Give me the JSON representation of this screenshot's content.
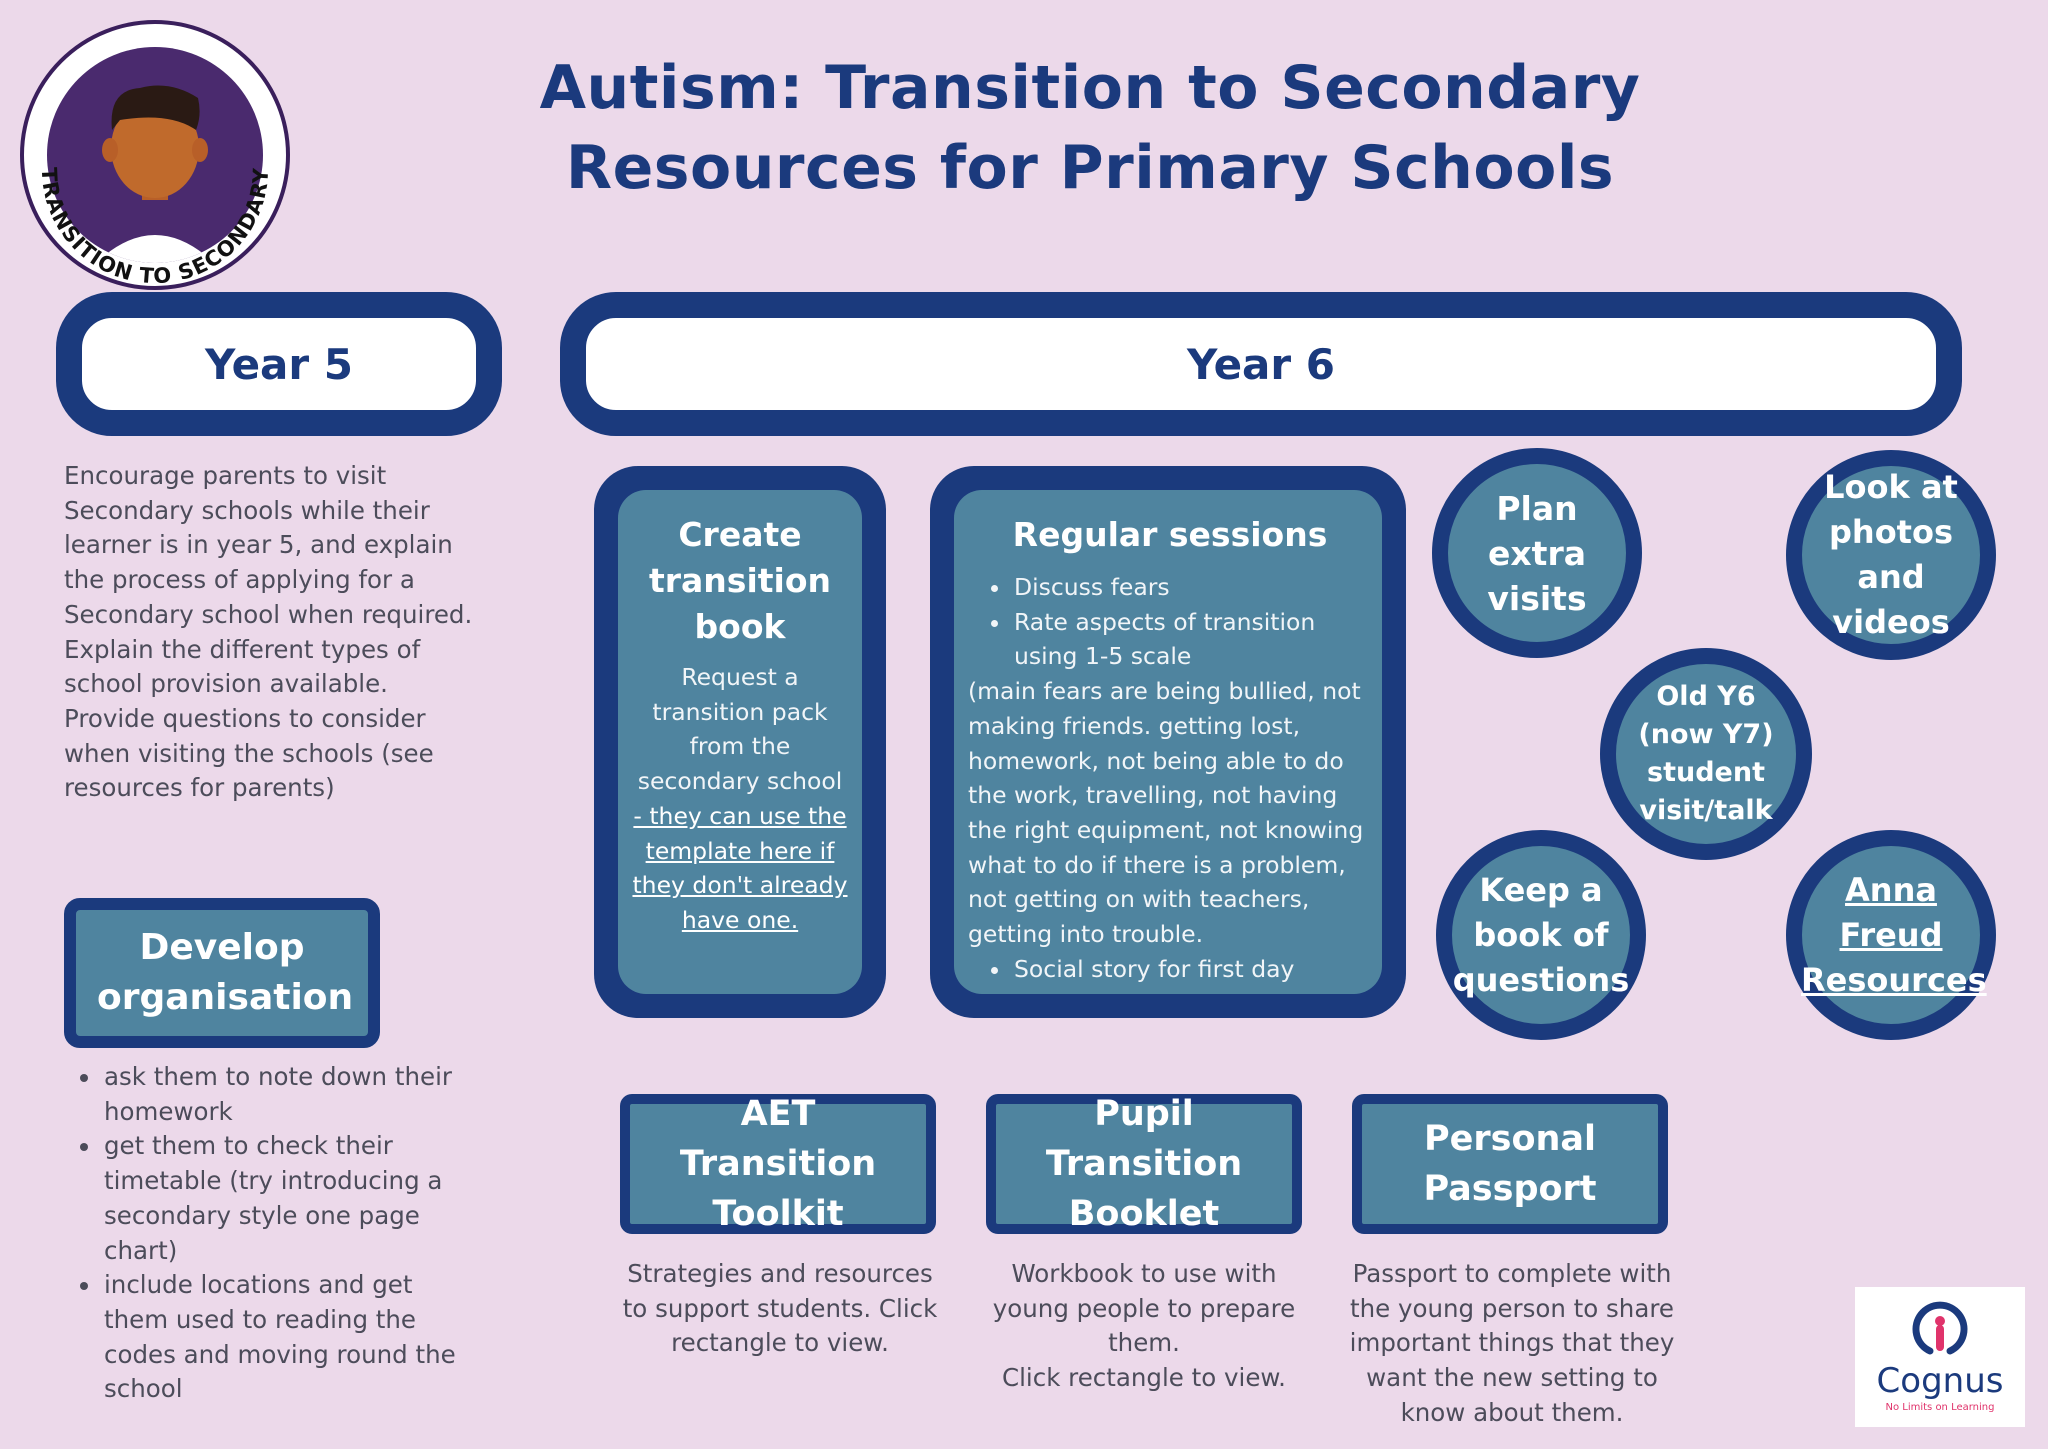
{
  "title": {
    "line1": "Autism: Transition to Secondary",
    "line2": "Resources for Primary Schools"
  },
  "badge": {
    "text": "TRANSITION TO SECONDARY",
    "icon": "student-avatar-icon"
  },
  "year5": {
    "heading": "Year 5",
    "intro": "Encourage parents to visit Secondary schools while their learner is in year 5, and explain the process of applying for a Secondary school when required. Explain the different types of school provision available. Provide questions to consider when visiting the schools (see resources for parents)",
    "organisation": {
      "title": "Develop organisation",
      "bullets": [
        "ask them to note down their homework",
        "get them to check their timetable (try introducing a secondary style one page chart)",
        "include locations and get them used to reading the codes and moving round the school"
      ]
    }
  },
  "year6": {
    "heading": "Year 6",
    "transition_book": {
      "title": "Create transition book",
      "text": "Request a transition pack from the secondary school",
      "link": "- they can use the template here if they don't already have one."
    },
    "regular_sessions": {
      "title": "Regular sessions",
      "bullets_top": [
        "Discuss fears",
        "Rate aspects of transition using 1-5 scale"
      ],
      "note": "(main fears are being bullied, not making friends. getting lost, homework, not being able to do the work, travelling, not having the right equipment, not knowing what to do if there is a problem, not getting on with teachers, getting into trouble.",
      "bullets_bottom": [
        "Social story for first day"
      ]
    },
    "circles": {
      "plan_visits": "Plan extra visits",
      "photos_videos": "Look at photos and videos",
      "old_y6": "Old Y6 (now Y7) student visit/talk",
      "book_questions": "Keep a book of questions",
      "anna_freud": "Anna Freud Resources"
    },
    "resources": [
      {
        "label": "AET Transition Toolkit",
        "caption": "Strategies and resources to support students. Click rectangle to view."
      },
      {
        "label": "Pupil Transition Booklet",
        "caption": "Workbook to use with young people to prepare them.",
        "caption2": "Click rectangle to view."
      },
      {
        "label": "Personal Passport",
        "caption": "Passport to complete with the young person to share important things that they want the new setting to know about them."
      }
    ]
  },
  "cognus": {
    "name": "Cognus",
    "tagline": "No Limits on Learning"
  },
  "colors": {
    "background": "#ecd9ea",
    "navy": "#1b3a7d",
    "teal": "#4f849f"
  }
}
